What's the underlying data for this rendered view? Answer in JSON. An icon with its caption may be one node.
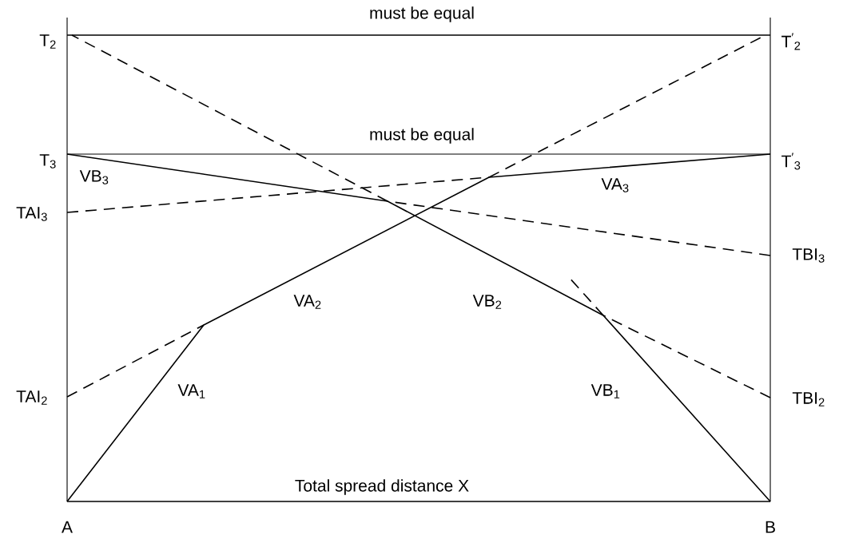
{
  "diagram": {
    "labels": [
      "must be equal",
      "T$_{2}$",
      "T$^{′}$$_{2}$",
      "must be equal",
      "T$_{3}$",
      "T$^{′}$$_{3}$",
      "VB$_{3}$",
      "VA$_{3}$",
      "TAI$_{3}$",
      "TBI$_{3}$",
      "VA$_{2}$",
      "VB$_{2}$",
      "TAI$_{2}$",
      "VA$_{1}$",
      "VB$_{1}$",
      "TBI$_{2}$",
      "Total spread distance X",
      "A",
      "B"
    ]
  }
}
